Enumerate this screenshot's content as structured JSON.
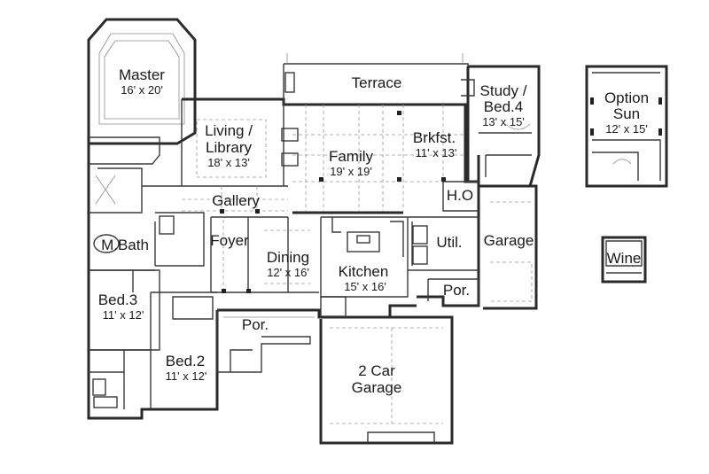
{
  "rooms": {
    "master": {
      "name": "Master",
      "size": "16' x 20'"
    },
    "living": {
      "name1": "Living /",
      "name2": "Library",
      "size": "18' x 13'"
    },
    "terrace": {
      "name": "Terrace"
    },
    "family": {
      "name": "Family",
      "size": "19' x 19'"
    },
    "brkfst": {
      "name": "Brkfst.",
      "size": "11' x 13'"
    },
    "study": {
      "name1": "Study /",
      "name2": "Bed.4",
      "size": "13' x 15'"
    },
    "option_sun": {
      "name1": "Option",
      "name2": "Sun",
      "size": "12' x 15'"
    },
    "gallery": {
      "name": "Gallery"
    },
    "ho": {
      "name": "H.O"
    },
    "mbath": {
      "name": "M.Bath"
    },
    "foyer": {
      "name": "Foyer"
    },
    "dining": {
      "name": "Dining",
      "size": "12' x 16'"
    },
    "kitchen": {
      "name": "Kitchen",
      "size": "15' x 16'"
    },
    "util": {
      "name": "Util."
    },
    "garage": {
      "name": "Garage"
    },
    "wine": {
      "name": "Wine"
    },
    "por_right": {
      "name": "Por."
    },
    "bed3": {
      "name": "Bed.3",
      "size": "11' x 12'"
    },
    "bed2": {
      "name": "Bed.2",
      "size": "11' x 12'"
    },
    "por_front": {
      "name": "Por."
    },
    "garage2": {
      "name1": "2 Car",
      "name2": "Garage"
    }
  }
}
